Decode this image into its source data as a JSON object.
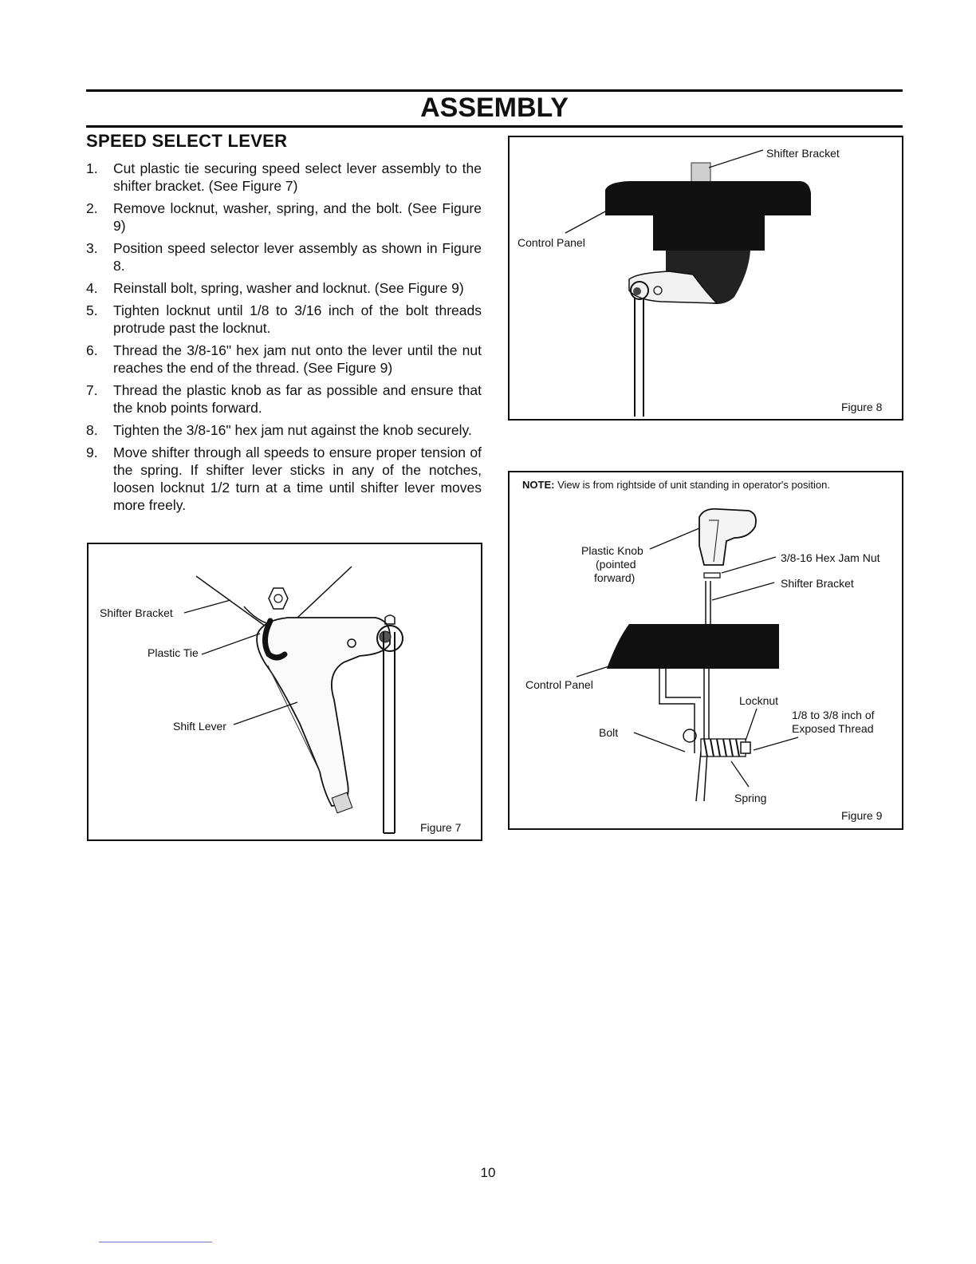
{
  "header": {
    "title": "ASSEMBLY"
  },
  "section": {
    "heading": "SPEED SELECT LEVER"
  },
  "steps": [
    {
      "num": "1.",
      "text": "Cut plastic tie securing speed select lever assembly to the shifter bracket. (See Figure 7)"
    },
    {
      "num": "2.",
      "text": "Remove locknut, washer, spring, and the bolt. (See Figure 9)"
    },
    {
      "num": "3.",
      "text": "Position speed selector lever assembly as shown in Figure 8."
    },
    {
      "num": "4.",
      "text": "Reinstall bolt, spring, washer and locknut. (See Figure 9)"
    },
    {
      "num": "5.",
      "text": "Tighten locknut until 1/8 to 3/16 inch of the bolt threads protrude past the locknut."
    },
    {
      "num": "6.",
      "text": "Thread the 3/8-16\" hex jam nut onto the lever until the nut reaches the end of the thread. (See Figure 9)"
    },
    {
      "num": "7.",
      "text": "Thread the plastic knob as far as possible and ensure that the knob points forward."
    },
    {
      "num": "8.",
      "text": "Tighten the 3/8-16\" hex jam nut against the knob securely."
    },
    {
      "num": "9.",
      "text": "Move shifter through all speeds to ensure proper tension of the spring. If shifter lever sticks in any of the notches, loosen locknut 1/2 turn at a time until shifter lever moves more freely."
    }
  ],
  "figure7": {
    "caption": "Figure 7",
    "labels": {
      "shifter_bracket": "Shifter Bracket",
      "plastic_tie": "Plastic Tie",
      "shift_lever": "Shift Lever"
    }
  },
  "figure8": {
    "caption": "Figure 8",
    "labels": {
      "shifter_bracket": "Shifter Bracket",
      "control_panel": "Control Panel"
    }
  },
  "figure9": {
    "caption": "Figure 9",
    "note_prefix": "NOTE:",
    "note_text": "View is from rightside of unit standing in operator's position.",
    "labels": {
      "plastic_knob_1": "Plastic Knob",
      "plastic_knob_2": "(pointed",
      "plastic_knob_3": "forward)",
      "hex_jam_nut": "3/8-16 Hex Jam Nut",
      "shifter_bracket": "Shifter Bracket",
      "control_panel": "Control Panel",
      "locknut": "Locknut",
      "exposed_thread_1": "1/8 to 3/8 inch of",
      "exposed_thread_2": "Exposed Thread",
      "bolt": "Bolt",
      "spring": "Spring"
    }
  },
  "footer": {
    "page_number": "10"
  }
}
